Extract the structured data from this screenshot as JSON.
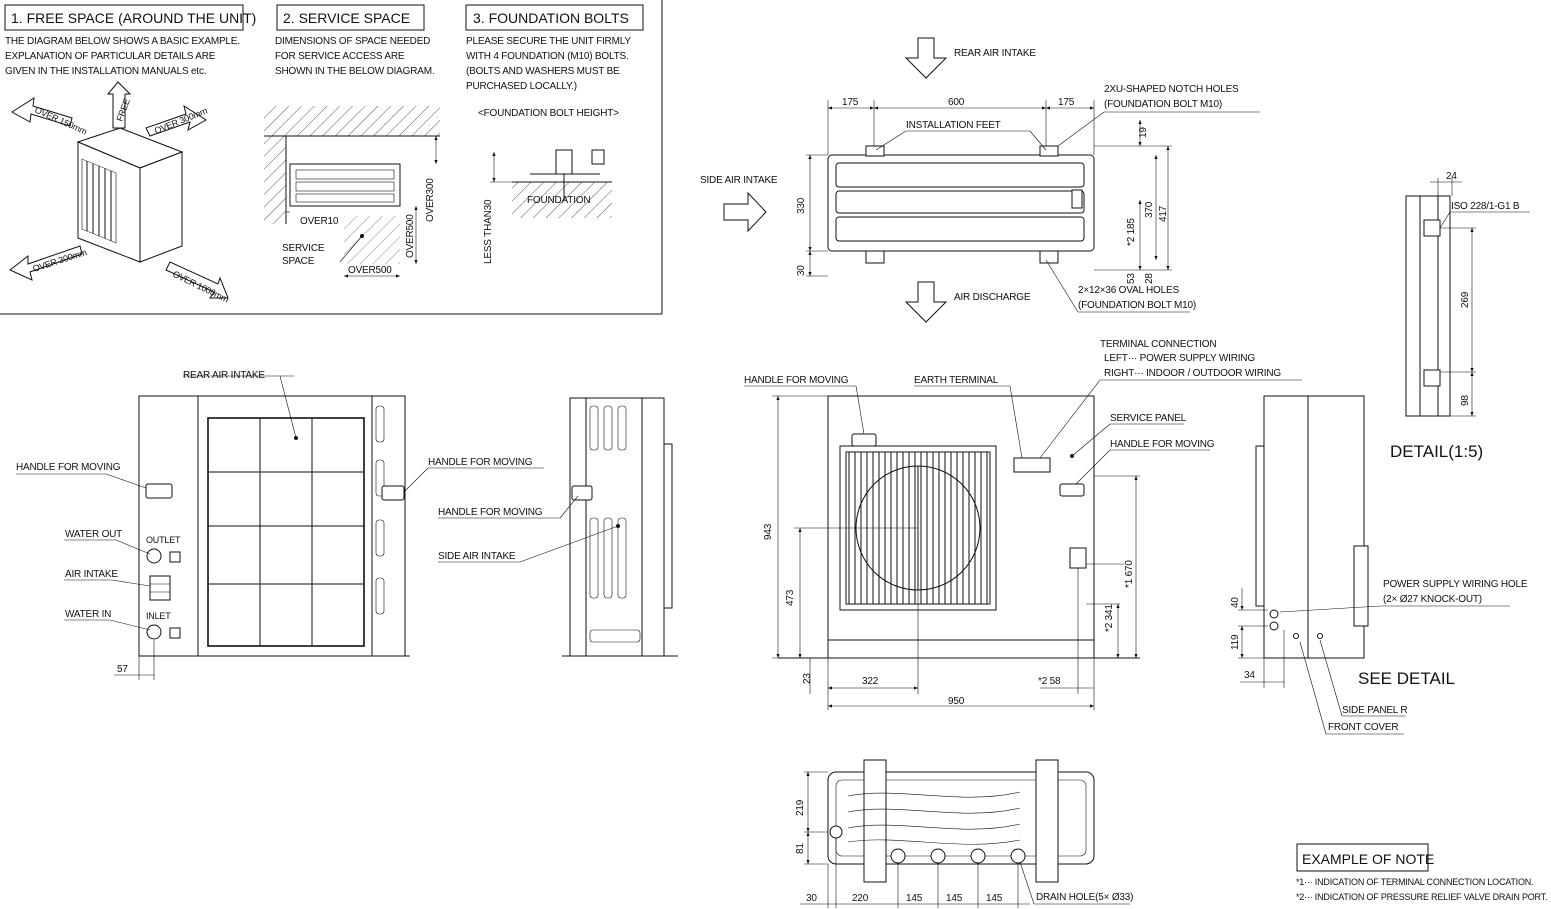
{
  "sections": {
    "free_space": {
      "title": "1. FREE SPACE (AROUND THE UNIT)",
      "lines": [
        "THE DIAGRAM BELOW SHOWS A BASIC EXAMPLE.",
        "EXPLANATION OF PARTICULAR DETAILS ARE",
        "GIVEN IN THE INSTALLATION MANUALS etc."
      ],
      "arrows": [
        "OVER 150mm",
        "FREE",
        "OVER 300mm",
        "OVER 300mm",
        "OVER 1000mm"
      ]
    },
    "service_space": {
      "title": "2. SERVICE SPACE",
      "lines": [
        "DIMENSIONS OF SPACE NEEDED",
        "FOR SERVICE ACCESS ARE",
        "SHOWN IN THE BELOW DIAGRAM."
      ],
      "labels": {
        "over10": "OVER10",
        "service_space_1": "SERVICE",
        "service_space_2": "SPACE",
        "over500_h": "OVER500",
        "over500_v": "OVER500",
        "over300": "OVER300"
      }
    },
    "foundation_bolts": {
      "title": "3. FOUNDATION BOLTS",
      "lines": [
        "PLEASE SECURE THE UNIT FIRMLY",
        "WITH 4 FOUNDATION (M10) BOLTS.",
        "(BOLTS AND WASHERS MUST BE",
        "PURCHASED LOCALLY.)"
      ],
      "subtitle": "<FOUNDATION BOLT HEIGHT>",
      "foundation": "FOUNDATION",
      "less_than": "LESS THAN30"
    }
  },
  "top_view": {
    "rear_air_intake": "REAR AIR INTAKE",
    "side_air_intake": "SIDE AIR INTAKE",
    "air_discharge": "AIR DISCHARGE",
    "installation_feet": "INSTALLATION FEET",
    "notch_holes_1": "2XU-SHAPED NOTCH HOLES",
    "notch_holes_2": "(FOUNDATION BOLT M10)",
    "oval_holes_1": "2×12×36 OVAL HOLES",
    "oval_holes_2": "(FOUNDATION BOLT M10)",
    "dims": {
      "d175a": "175",
      "d600": "600",
      "d175b": "175",
      "d19": "19",
      "d330": "330",
      "d30": "30",
      "d185": "*2  185",
      "d370": "370",
      "d417": "417",
      "d53": "53",
      "d28": "28"
    }
  },
  "left_view": {
    "rear_air_intake": "REAR AIR INTAKE",
    "handle_left": "HANDLE FOR MOVING",
    "water_out": "WATER OUT",
    "air_intake": "AIR INTAKE",
    "water_in": "WATER IN",
    "outlet": "OUTLET",
    "inlet": "INLET",
    "d57": "57"
  },
  "side_view": {
    "handle_1": "HANDLE FOR MOVING",
    "handle_2": "HANDLE FOR MOVING",
    "side_air_intake": "SIDE AIR INTAKE"
  },
  "front_view": {
    "handle": "HANDLE FOR MOVING",
    "earth_terminal": "EARTH TERMINAL",
    "terminal_1": "TERMINAL CONNECTION",
    "terminal_2": "LEFT··· POWER SUPPLY WIRING",
    "terminal_3": "RIGHT··· INDOOR / OUTDOOR WIRING",
    "service_panel": "SERVICE PANEL",
    "handle_right": "HANDLE FOR MOVING",
    "dims": {
      "d943": "943",
      "d473": "473",
      "d23": "23",
      "d322": "322",
      "d950": "950",
      "d341": "*2  341",
      "d670": "*1  670",
      "d58": "*2   58"
    }
  },
  "right_view": {
    "power_hole_1": "POWER SUPPLY WIRING HOLE",
    "power_hole_2": "(2× Ø27 KNOCK-OUT)",
    "d40": "40",
    "d119": "119",
    "d34": "34",
    "see_detail": "SEE DETAIL",
    "side_panel": "SIDE PANEL R",
    "front_cover": "FRONT COVER"
  },
  "detail": {
    "title": "DETAIL(1:5)",
    "d24": "24",
    "iso": "ISO 228/1-G1 B",
    "d269": "269",
    "d98": "98"
  },
  "bottom_view": {
    "d219": "219",
    "d81": "81",
    "d30": "30",
    "d220": "220",
    "d145a": "145",
    "d145b": "145",
    "d145c": "145",
    "drain": "DRAIN HOLE(5× Ø33)"
  },
  "notes": {
    "title": "EXAMPLE OF NOTE",
    "n1": "*1··· INDICATION OF TERMINAL CONNECTION LOCATION.",
    "n2": "*2··· INDICATION OF PRESSURE RELIEF VALVE DRAIN PORT."
  }
}
